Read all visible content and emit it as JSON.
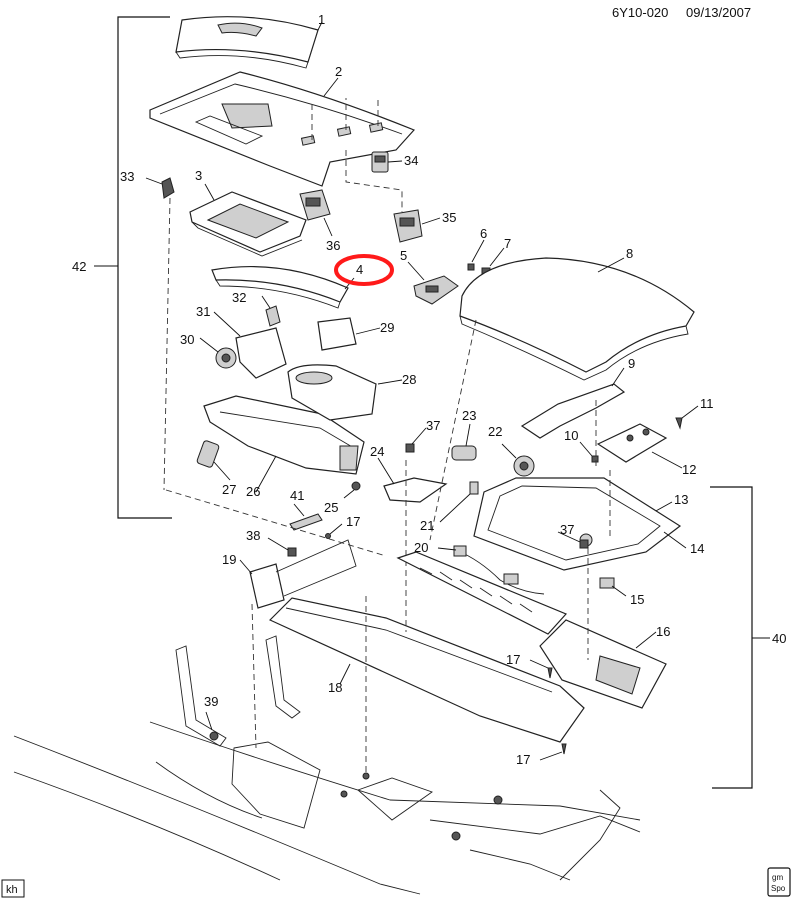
{
  "header": {
    "code": "6Y10-020",
    "date": "09/13/2007"
  },
  "callouts": {
    "c1": "1",
    "c2": "2",
    "c3": "3",
    "c4": "4",
    "c5": "5",
    "c6": "6",
    "c7": "7",
    "c8": "8",
    "c9": "9",
    "c10": "10",
    "c11": "11",
    "c12": "12",
    "c13": "13",
    "c14": "14",
    "c15": "15",
    "c16": "16",
    "c17a": "17",
    "c17b": "17",
    "c17c": "17",
    "c18": "18",
    "c19": "19",
    "c20": "20",
    "c21": "21",
    "c22": "22",
    "c23": "23",
    "c24": "24",
    "c25": "25",
    "c26": "26",
    "c27": "27",
    "c28": "28",
    "c29": "29",
    "c30": "30",
    "c31": "31",
    "c32": "32",
    "c33": "33",
    "c34": "34",
    "c35": "35",
    "c36": "36",
    "c37a": "37",
    "c37b": "37",
    "c38": "38",
    "c39": "39",
    "c40": "40",
    "c41": "41",
    "c42": "42"
  },
  "highlight": {
    "target": "4",
    "color": "#ff1a1a"
  },
  "footer": {
    "initials": "kh",
    "logo_line1": "gm",
    "logo_line2": "Spo"
  }
}
